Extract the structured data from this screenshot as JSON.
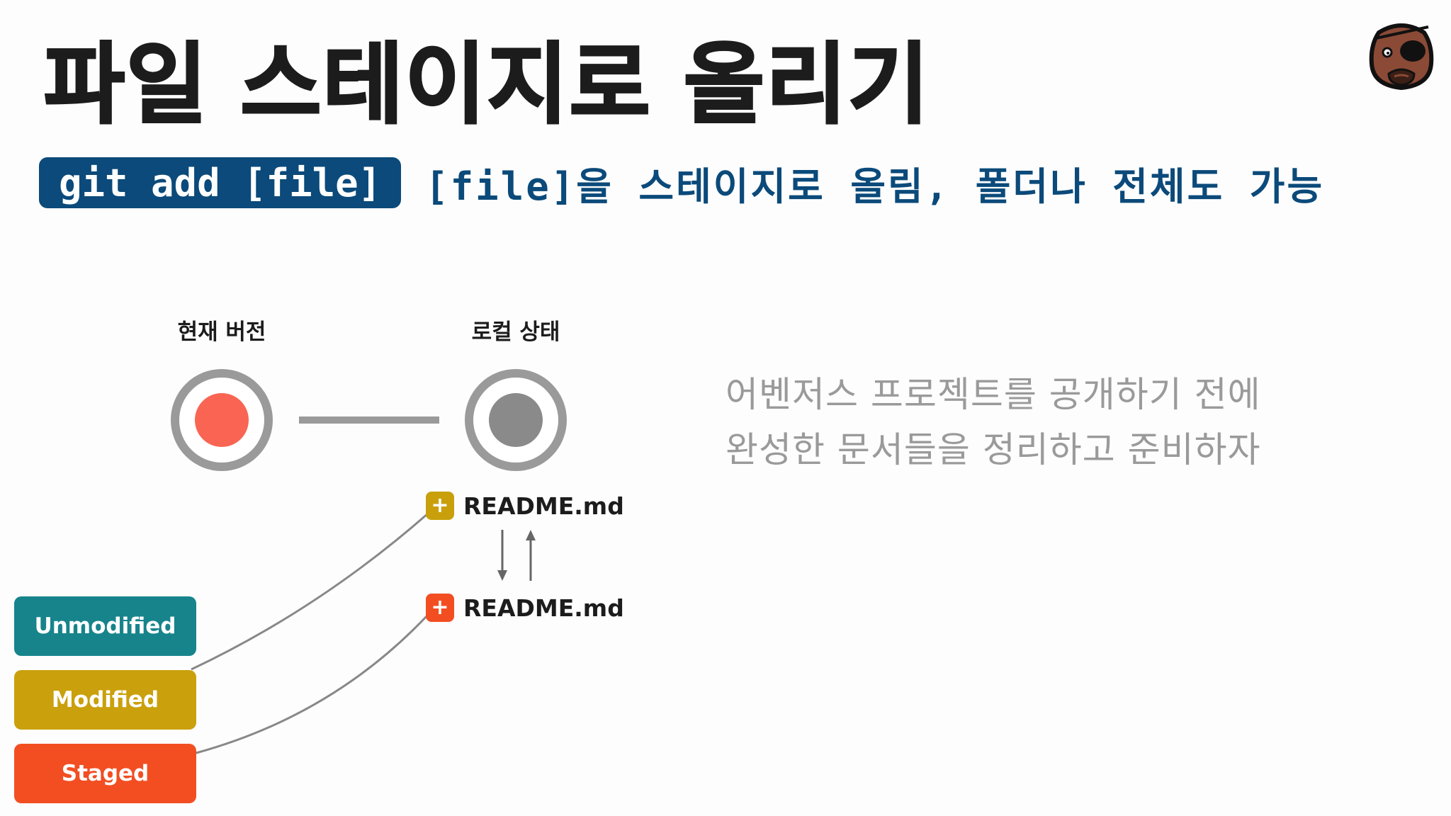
{
  "title": "파일 스테이지로 올리기",
  "command": {
    "code": "git add [file]",
    "description": "[file]을 스테이지로 올림, 폴더나 전체도 가능"
  },
  "diagram": {
    "columns": [
      "현재 버전",
      "로컬 상태"
    ],
    "files": [
      {
        "badge": "+",
        "name": "README.md",
        "color": "#c9a00b"
      },
      {
        "badge": "+",
        "name": "README.md",
        "color": "#f24e22"
      }
    ],
    "states": [
      {
        "label": "Unmodified",
        "color": "#17848c"
      },
      {
        "label": "Modified",
        "color": "#caa00c"
      },
      {
        "label": "Staged",
        "color": "#f24e22"
      }
    ],
    "commit_colors": {
      "current_dot": "#f96552",
      "local_dot": "#8a8a8a",
      "ring": "#9a9a9a"
    }
  },
  "description_lines": [
    "어벤저스 프로젝트를 공개하기 전에",
    "완성한 문서들을 정리하고 준비하자"
  ],
  "colors": {
    "accent": "#0b4a7a",
    "title": "#1c1c1c",
    "muted": "#9a9a9a"
  },
  "avatar_icon": "eyepatch-face-icon"
}
